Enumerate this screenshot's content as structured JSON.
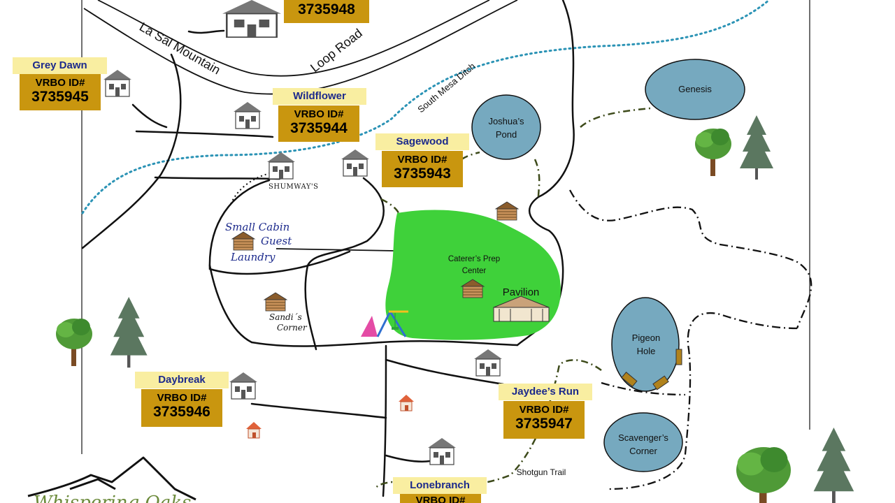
{
  "road": {
    "name_part1": "La Sal Mountain",
    "name_part2": "Loop Road"
  },
  "ditch_label": "South Mesa Ditch",
  "properties": [
    {
      "name": "",
      "vrbo_label": "",
      "vrbo_id": "3735948"
    },
    {
      "name": "Grey Dawn",
      "vrbo_label": "VRBO ID#",
      "vrbo_id": "3735945"
    },
    {
      "name": "Wildflower",
      "vrbo_label": "VRBO ID#",
      "vrbo_id": "3735944"
    },
    {
      "name": "Sagewood",
      "vrbo_label": "VRBO ID#",
      "vrbo_id": "3735943"
    },
    {
      "name": "Daybreak",
      "vrbo_label": "VRBO ID#",
      "vrbo_id": "3735946"
    },
    {
      "name": "Jaydee’s Run",
      "vrbo_label": "VRBO ID#",
      "vrbo_id": "3735947"
    },
    {
      "name": "Lonebranch",
      "vrbo_label": "VRBO ID#",
      "vrbo_id": ""
    }
  ],
  "ponds": {
    "genesis": "Genesis",
    "joshua_1": "Joshua’s",
    "joshua_2": "Pond",
    "pigeon_1": "Pigeon",
    "pigeon_2": "Hole",
    "scavenger_1": "Scavenger’s",
    "scavenger_2": "Corner"
  },
  "places": {
    "shumways": "SHUMWAY'S",
    "small_cabin_1": "Small Cabin",
    "small_cabin_2": "Guest",
    "small_cabin_3": "Laundry",
    "sandis_1": "Sandi´s",
    "sandis_2": "Corner",
    "caterer_1": "Caterer’s Prep",
    "caterer_2": "Center",
    "pavilion": "Pavilion",
    "shotgun_trail": "Shotgun Trail"
  },
  "logo_text": "Whispering Oaks",
  "colors": {
    "road": "#111111",
    "ditch": "#2b93b5",
    "trail": "#3d4a1a",
    "lawn": "#3fd13a",
    "pond": "#76a9bf",
    "label_bg": "#f9eea1",
    "id_bg": "#c9960f",
    "name_text": "#1c2a8c"
  }
}
